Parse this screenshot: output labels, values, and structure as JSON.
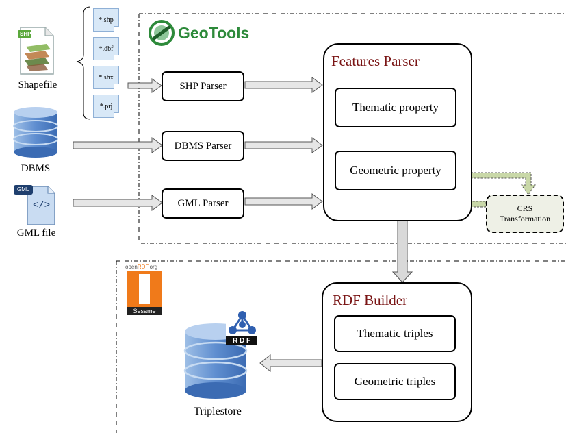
{
  "files": {
    "shapefile_label": "Shapefile",
    "shapefile_badge": "SHP",
    "dbms_label": "DBMS",
    "gml_label": "GML file",
    "gml_badge": "GML",
    "gml_symbol": "</>",
    "shp_components": [
      "*.shp",
      "*.dbf",
      "*.shx",
      "*.prj"
    ]
  },
  "geotools": {
    "logo_text": "GeoTools"
  },
  "parsers": {
    "shp": "SHP Parser",
    "dbms": "DBMS Parser",
    "gml": "GML Parser"
  },
  "features_parser": {
    "title": "Features Parser",
    "thematic": "Thematic property",
    "geometric": "Geometric property"
  },
  "crs": {
    "line1": "CRS",
    "line2": "Transformation"
  },
  "sesame": {
    "logo_top_prefix": "open",
    "logo_top_highlight": "RDF",
    "logo_top_suffix": ".org",
    "logo_bottom": "Sesame"
  },
  "rdf_builder": {
    "title": "RDF Builder",
    "thematic": "Thematic triples",
    "geometric": "Geometric triples"
  },
  "triplestore": {
    "label": "Triplestore",
    "rdf_badge": "R D F"
  },
  "colors": {
    "title_red": "#7a1515",
    "arrow_fill": "#e6e6e6",
    "crs_fill": "#eef0e6",
    "crs_arrow": "#c9d8a8",
    "sesame_orange": "#f07a1a",
    "db_blue": "#6f9ad0",
    "geotools_green": "#2d8a3a"
  }
}
